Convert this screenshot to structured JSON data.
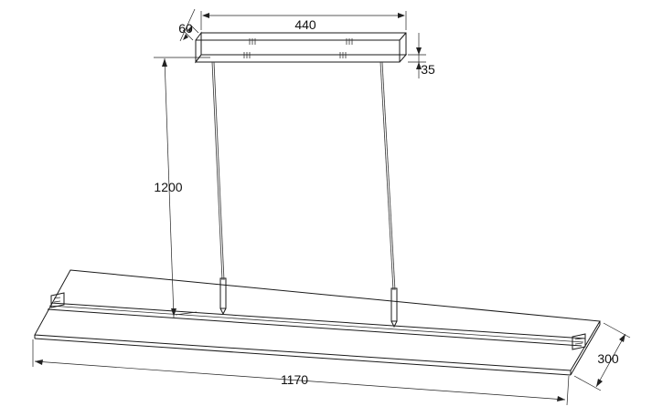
{
  "dimensions": {
    "canopy_length": "440",
    "canopy_depth": "60",
    "canopy_height": "35",
    "suspension_length": "1200",
    "panel_length": "1170",
    "panel_width": "300"
  },
  "colors": {
    "line": "#1a1a1a",
    "background": "#ffffff"
  }
}
